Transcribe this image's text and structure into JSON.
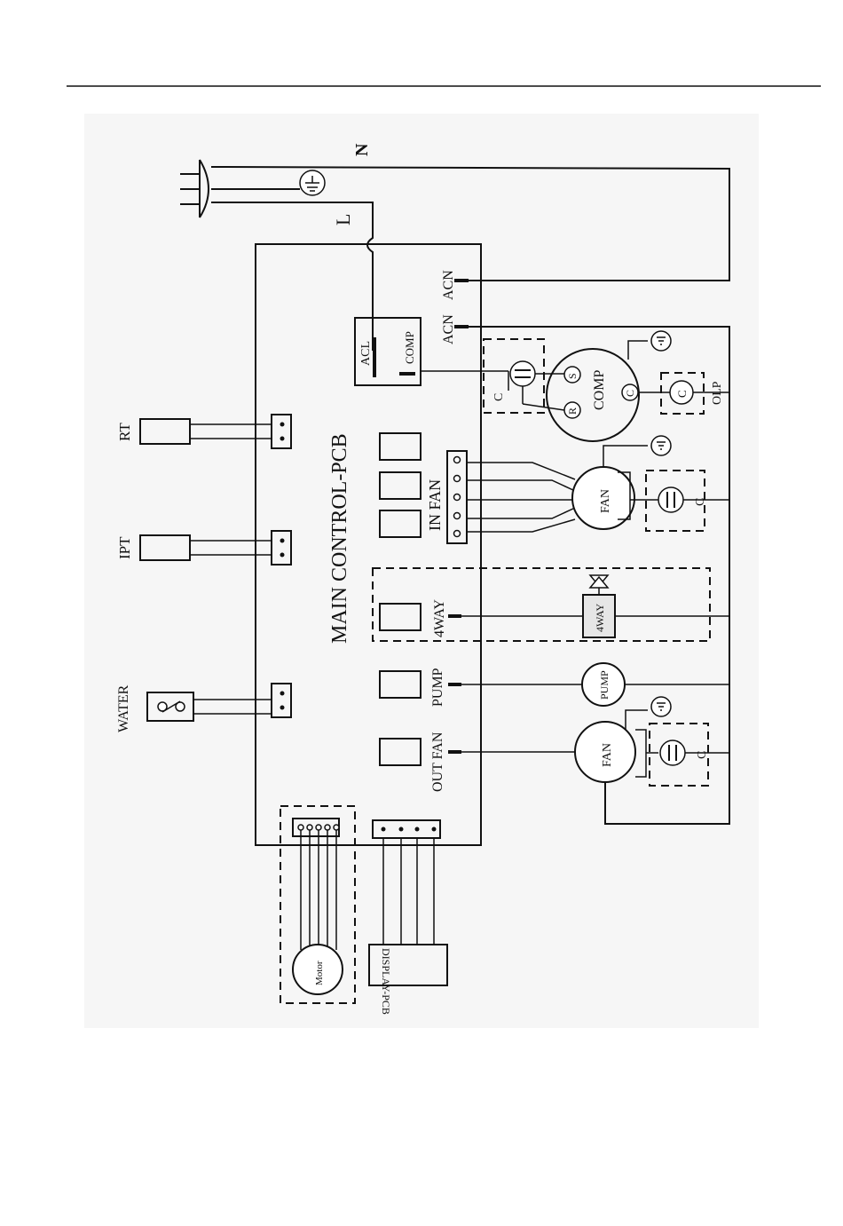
{
  "diagram": {
    "supply": {
      "neutral": "N",
      "live": "L"
    },
    "main_board": "MAIN CONTROL-PCB",
    "relay": {
      "acl": "ACL",
      "comp": "COMP"
    },
    "terminals": {
      "acn_top": "ACN",
      "acn_bottom": "ACN"
    },
    "sensors": {
      "rt": "RT",
      "ipt": "IPT",
      "water": "WATER"
    },
    "outputs": {
      "in_fan": "IN FAN",
      "four_way": "4WAY",
      "pump": "PUMP",
      "out_fan": "OUT FAN"
    },
    "compressor": {
      "label": "COMP",
      "c": "C",
      "s": "S",
      "r": "R",
      "capacitor": "C",
      "olp": "OLP"
    },
    "indoor_fan": {
      "label": "FAN",
      "capacitor": "C"
    },
    "valve": {
      "label": "4WAY"
    },
    "pump": {
      "label": "PUMP"
    },
    "outdoor_fan": {
      "label": "FAN",
      "capacitor": "C"
    },
    "motor": "Motor",
    "display": "DISPLAY-PCB"
  }
}
